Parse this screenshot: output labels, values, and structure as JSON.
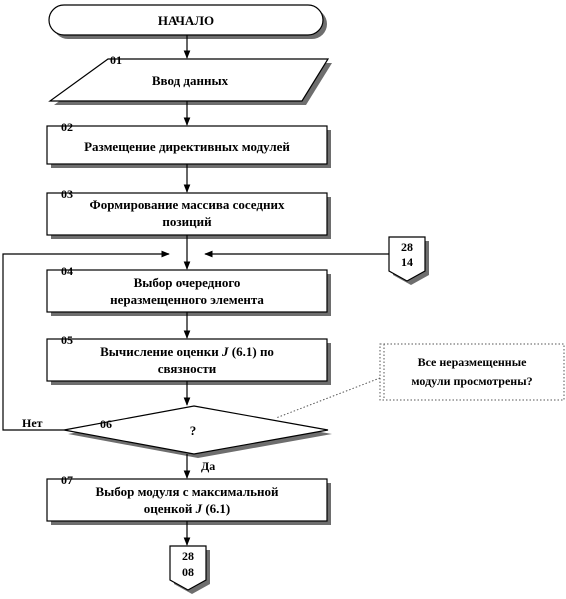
{
  "start": {
    "label": "НАЧАЛО"
  },
  "blocks": [
    {
      "id": "01",
      "lines": [
        "Ввод данных"
      ]
    },
    {
      "id": "02",
      "lines": [
        "Размещение директивных модулей"
      ]
    },
    {
      "id": "03",
      "lines": [
        "Формирование массива соседних",
        "позиций"
      ]
    },
    {
      "id": "04",
      "lines": [
        "Выбор очередного",
        "неразмещенного элемента"
      ]
    },
    {
      "id": "05",
      "lines_prefix": "Вычисление оценки ",
      "lines_var": "J",
      "lines_suffix": " (6.1) по",
      "line2": "связности"
    },
    {
      "id": "06",
      "lines": [
        "?"
      ]
    },
    {
      "id": "07",
      "line1": "Выбор модуля с максимальной",
      "line2_prefix": "оценкой ",
      "line2_var": "J",
      "line2_suffix": " (6.1)"
    }
  ],
  "connector_in": {
    "line1": "28",
    "line2": "14"
  },
  "connector_out": {
    "line1": "28",
    "line2": "08"
  },
  "comment": {
    "line1": "Все неразмещенные",
    "line2": "модули просмотрены?"
  },
  "branches": {
    "no": "Нет",
    "yes": "Да"
  }
}
